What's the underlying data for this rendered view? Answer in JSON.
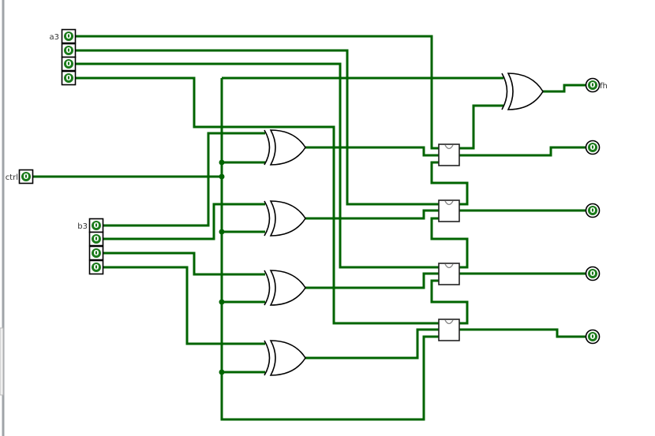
{
  "colors": {
    "wire": "#006400",
    "pin_fill": "#1a7a1a",
    "gate_stroke": "#000000",
    "panel_edge": "#a0a4a8"
  },
  "inputs": {
    "a3": {
      "label": "a3",
      "bits": [
        "0",
        "0",
        "0",
        "0"
      ]
    },
    "b3": {
      "label": "b3",
      "bits": [
        "0",
        "0",
        "0",
        "0"
      ]
    },
    "ctrl": {
      "label": "ctrl",
      "bits": [
        "0"
      ]
    }
  },
  "outputs": [
    {
      "label": "fh",
      "value": "0"
    },
    {
      "label": "",
      "value": "0"
    },
    {
      "label": "",
      "value": "0"
    },
    {
      "label": "",
      "value": "0"
    },
    {
      "label": "",
      "value": "0"
    }
  ],
  "components": {
    "xor_gates": 5,
    "adders": 4
  }
}
